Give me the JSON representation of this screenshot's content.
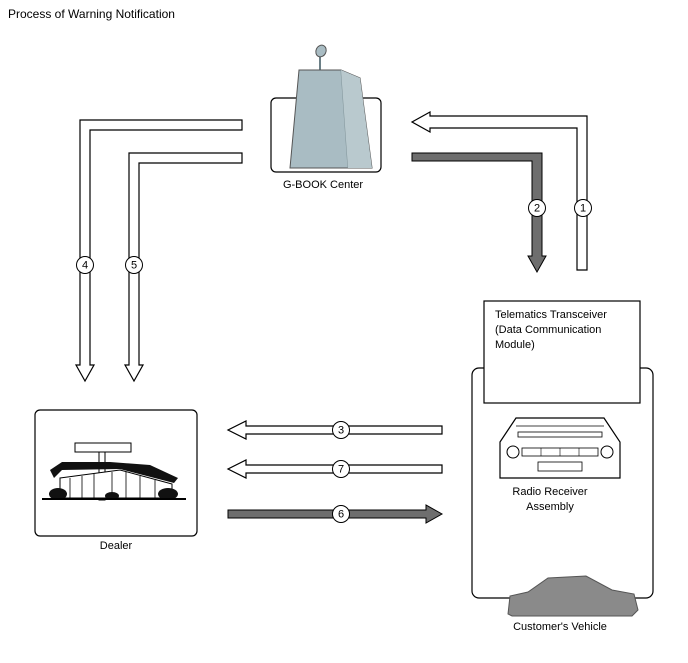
{
  "title": "Process of Warning Notification",
  "nodes": {
    "gbook": {
      "label": "G-BOOK Center"
    },
    "dealer": {
      "label": "Dealer"
    },
    "transceiver": {
      "lines": [
        "Telematics Transceiver",
        "(Data Communication",
        "Module)"
      ]
    },
    "radio": {
      "lines": [
        "Radio Receiver",
        "Assembly"
      ]
    },
    "vehicle": {
      "label": "Customer's Vehicle"
    }
  },
  "steps": [
    "1",
    "2",
    "3",
    "4",
    "5",
    "6",
    "7"
  ],
  "colors": {
    "outline": "#000000",
    "dark_arrow": "#6e6e6e",
    "building": "#a9bcc3",
    "car": "#8a8a8a"
  }
}
